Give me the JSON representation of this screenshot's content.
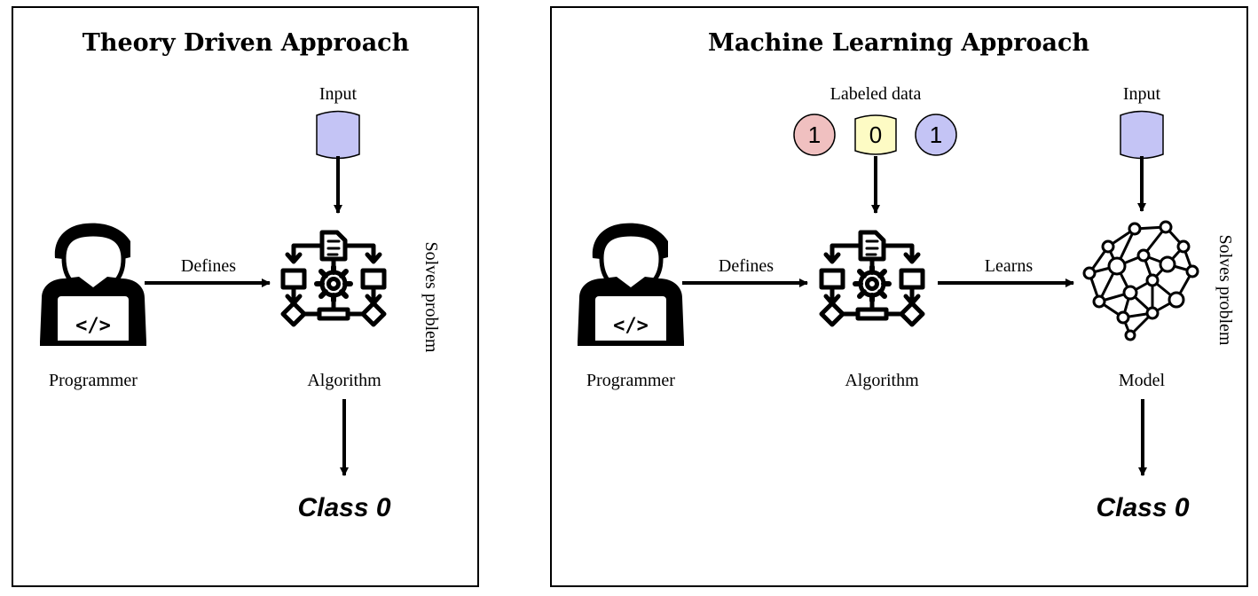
{
  "panels": {
    "theory": {
      "title": "Theory Driven Approach",
      "input_label": "Input",
      "programmer_label": "Programmer",
      "defines_label": "Defines",
      "algorithm_label": "Algorithm",
      "solves_label": "Solves problem",
      "output_label": "Class 0"
    },
    "ml": {
      "title": "Machine Learning Approach",
      "labeled_data_label": "Labeled data",
      "labeled_data": [
        {
          "value": "1",
          "color": "#f0c0c0"
        },
        {
          "value": "0",
          "color": "#fdfbc4"
        },
        {
          "value": "1",
          "color": "#c4c4f5"
        }
      ],
      "input_label": "Input",
      "programmer_label": "Programmer",
      "defines_label": "Defines",
      "algorithm_label": "Algorithm",
      "learns_label": "Learns",
      "model_label": "Model",
      "solves_label": "Solves problem",
      "output_label": "Class 0"
    }
  },
  "colors": {
    "input_fill": "#c4c4f5",
    "stroke": "#000000"
  },
  "icons": {
    "programmer": "programmer-icon",
    "algorithm": "algorithm-flowchart-icon",
    "model": "neural-brain-icon",
    "input": "input-cylinder-icon"
  }
}
